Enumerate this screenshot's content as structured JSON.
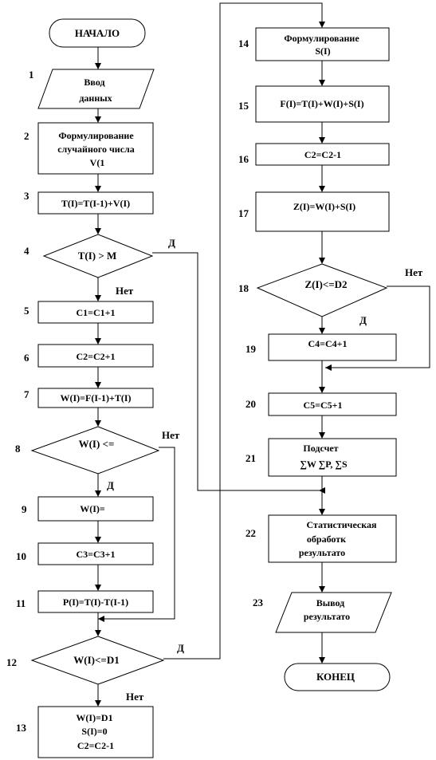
{
  "nodes": {
    "start": {
      "lines": [
        "НАЧАЛО"
      ]
    },
    "n1": {
      "num": "1",
      "lines": [
        "Ввод",
        "данных"
      ]
    },
    "n2": {
      "num": "2",
      "lines": [
        "Формулирование",
        "случайного числа",
        "V(1"
      ]
    },
    "n3": {
      "num": "3",
      "lines": [
        "T(I)=T(I-1)+V(I)"
      ]
    },
    "n4": {
      "num": "4",
      "lines": [
        "T(I) > M"
      ]
    },
    "n5": {
      "num": "5",
      "lines": [
        "C1=C1+1"
      ]
    },
    "n6": {
      "num": "6",
      "lines": [
        "C2=C2+1"
      ]
    },
    "n7": {
      "num": "7",
      "lines": [
        "W(I)=F(I-1)+T(I)"
      ]
    },
    "n8": {
      "num": "8",
      "lines": [
        "W(I) <="
      ]
    },
    "n9": {
      "num": "9",
      "lines": [
        "W(I)="
      ]
    },
    "n10": {
      "num": "10",
      "lines": [
        "C3=C3+1"
      ]
    },
    "n11": {
      "num": "11",
      "lines": [
        "P(I)=T(I)-T(I-1)"
      ]
    },
    "n12": {
      "num": "12",
      "lines": [
        "W(I)<=D1"
      ]
    },
    "n13": {
      "num": "13",
      "lines": [
        "W(I)=D1",
        "S(I)=0",
        "C2=C2-1"
      ]
    },
    "n14": {
      "num": "14",
      "lines": [
        "Формулирование",
        "S(I)"
      ]
    },
    "n15": {
      "num": "15",
      "lines": [
        "F(I)=T(I)+W(I)+S(I)"
      ]
    },
    "n16": {
      "num": "16",
      "lines": [
        "C2=C2-1"
      ]
    },
    "n17": {
      "num": "17",
      "lines": [
        "Z(I)=W(I)+S(I)"
      ]
    },
    "n18": {
      "num": "18",
      "lines": [
        "Z(I)<=D2"
      ]
    },
    "n19": {
      "num": "19",
      "lines": [
        "C4=C4+1"
      ]
    },
    "n20": {
      "num": "20",
      "lines": [
        "C5=C5+1"
      ]
    },
    "n21": {
      "num": "21",
      "lines": [
        "Подсчет",
        "∑W  ∑P, ∑S"
      ]
    },
    "n22": {
      "num": "22",
      "lines": [
        "Статистическая",
        "обработк",
        "результато"
      ]
    },
    "n23": {
      "num": "23",
      "lines": [
        "Вывод",
        "результато"
      ]
    },
    "end": {
      "lines": [
        "КОНЕЦ"
      ]
    }
  },
  "edge_labels": {
    "n4_yes": "Д",
    "n4_no": "Нет",
    "n8_no": "Нет",
    "n8_yes": "Д",
    "n12_yes": "Д",
    "n12_no": "Нет",
    "n18_no": "Нет",
    "n18_yes": "Д"
  }
}
